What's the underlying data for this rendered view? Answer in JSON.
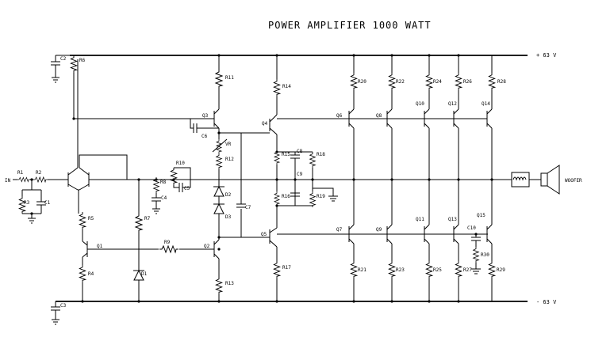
{
  "title": "POWER AMPLIFIER 1000 WATT",
  "rails": {
    "positive": "+ 63 V",
    "negative": "- 63 V"
  },
  "io": {
    "input": "IN",
    "output": "WOOFER"
  },
  "labels": {
    "C1": "C1",
    "C2": "C2",
    "C3": "C3",
    "C4": "C4",
    "C5": "C5",
    "C6": "C6",
    "C7": "C7",
    "C8": "C8",
    "C9": "C9",
    "C10": "C10",
    "R1": "R1",
    "R2": "R2",
    "R3": "R3",
    "R4": "R4",
    "R5": "R5",
    "R6": "R6",
    "R7": "R7",
    "R8": "R8",
    "R9": "R9",
    "R10": "R10",
    "R11": "R11",
    "R12": "R12",
    "R13": "R13",
    "R14": "R14",
    "R15": "R15",
    "R16": "R16",
    "R17": "R17",
    "R18": "R18",
    "R19": "R19",
    "R20": "R20",
    "R21": "R21",
    "R22": "R22",
    "R23": "R23",
    "R24": "R24",
    "R25": "R25",
    "R26": "R26",
    "R27": "R27",
    "R28": "R28",
    "R29": "R29",
    "R30": "R30",
    "Q1": "Q1",
    "Q2": "Q2",
    "Q3": "Q3",
    "Q4": "Q4",
    "Q5": "Q5",
    "Q6": "Q6",
    "Q7": "Q7",
    "Q8": "Q8",
    "Q9": "Q9",
    "Q10": "Q10",
    "Q11": "Q11",
    "Q12": "Q12",
    "Q13": "Q13",
    "Q14": "Q14",
    "Q15": "Q15",
    "D1": "D1",
    "D2": "D2",
    "D3": "D3",
    "VR": "VR"
  }
}
